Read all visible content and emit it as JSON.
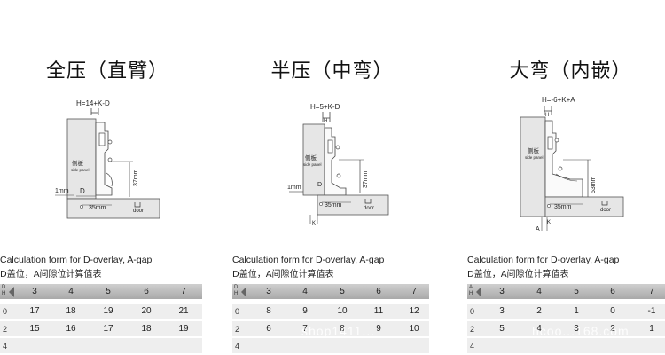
{
  "panels": [
    {
      "title": "全压（直臂）",
      "formula": "H=14+K-D",
      "side_label_cn": "侧板",
      "side_label_en": "side panel",
      "dim_height": "37mm",
      "dim_gap": "1mm",
      "dim_d": "D",
      "dim_width": "35mm",
      "door_label": "door",
      "calc_title": "Calculation form for D-overlay, A-gap",
      "calc_cn": "D盖位，A间隙位计算值表",
      "corner_d": "D",
      "corner_h": "H",
      "headers": [
        "3",
        "4",
        "5",
        "6",
        "7"
      ],
      "rows": [
        {
          "label": "0",
          "values": [
            "17",
            "18",
            "19",
            "20",
            "21"
          ]
        },
        {
          "label": "2",
          "values": [
            "15",
            "16",
            "17",
            "18",
            "19"
          ]
        },
        {
          "label": "4",
          "values": [
            "",
            "",
            "",
            "",
            ""
          ]
        }
      ]
    },
    {
      "title": "半压（中弯）",
      "formula": "H=5+K-D",
      "side_label_cn": "侧板",
      "side_label_en": "side panel",
      "dim_height": "37mm",
      "dim_gap": "1mm",
      "dim_d": "D",
      "dim_width": "35mm",
      "door_label": "door",
      "calc_title": "Calculation form for D-overlay, A-gap",
      "calc_cn": "D盖位，A间隙位计算值表",
      "corner_d": "D",
      "corner_h": "H",
      "headers": [
        "3",
        "4",
        "5",
        "6",
        "7"
      ],
      "rows": [
        {
          "label": "0",
          "values": [
            "8",
            "9",
            "10",
            "11",
            "12"
          ]
        },
        {
          "label": "2",
          "values": [
            "6",
            "7",
            "8",
            "9",
            "10"
          ]
        },
        {
          "label": "4",
          "values": [
            "",
            "",
            "",
            "",
            ""
          ]
        }
      ]
    },
    {
      "title": "大弯（内嵌）",
      "formula": "H=-6+K+A",
      "side_label_cn": "侧板",
      "side_label_en": "side panel",
      "dim_height": "53mm",
      "dim_gap": "A",
      "dim_d": "",
      "dim_width": "35mm",
      "door_label": "door",
      "calc_title": "Calculation form for D-overlay, A-gap",
      "calc_cn": "D盖位，A间隙位计算值表",
      "corner_d": "A",
      "corner_h": "H",
      "headers": [
        "3",
        "4",
        "5",
        "6",
        "7"
      ],
      "rows": [
        {
          "label": "0",
          "values": [
            "3",
            "2",
            "1",
            "0",
            "-1"
          ]
        },
        {
          "label": "2",
          "values": [
            "5",
            "4",
            "3",
            "2",
            "1"
          ]
        },
        {
          "label": "4",
          "values": [
            "",
            "",
            "",
            "",
            ""
          ]
        }
      ]
    }
  ],
  "watermarks": [
    "shop1411...",
    "hcoo...168.com"
  ],
  "colors": {
    "panel_fill": "#e6e6e6",
    "panel_stroke": "#555555",
    "header_bar": "#b5b5b5",
    "row_bar": "#eeeeee"
  }
}
